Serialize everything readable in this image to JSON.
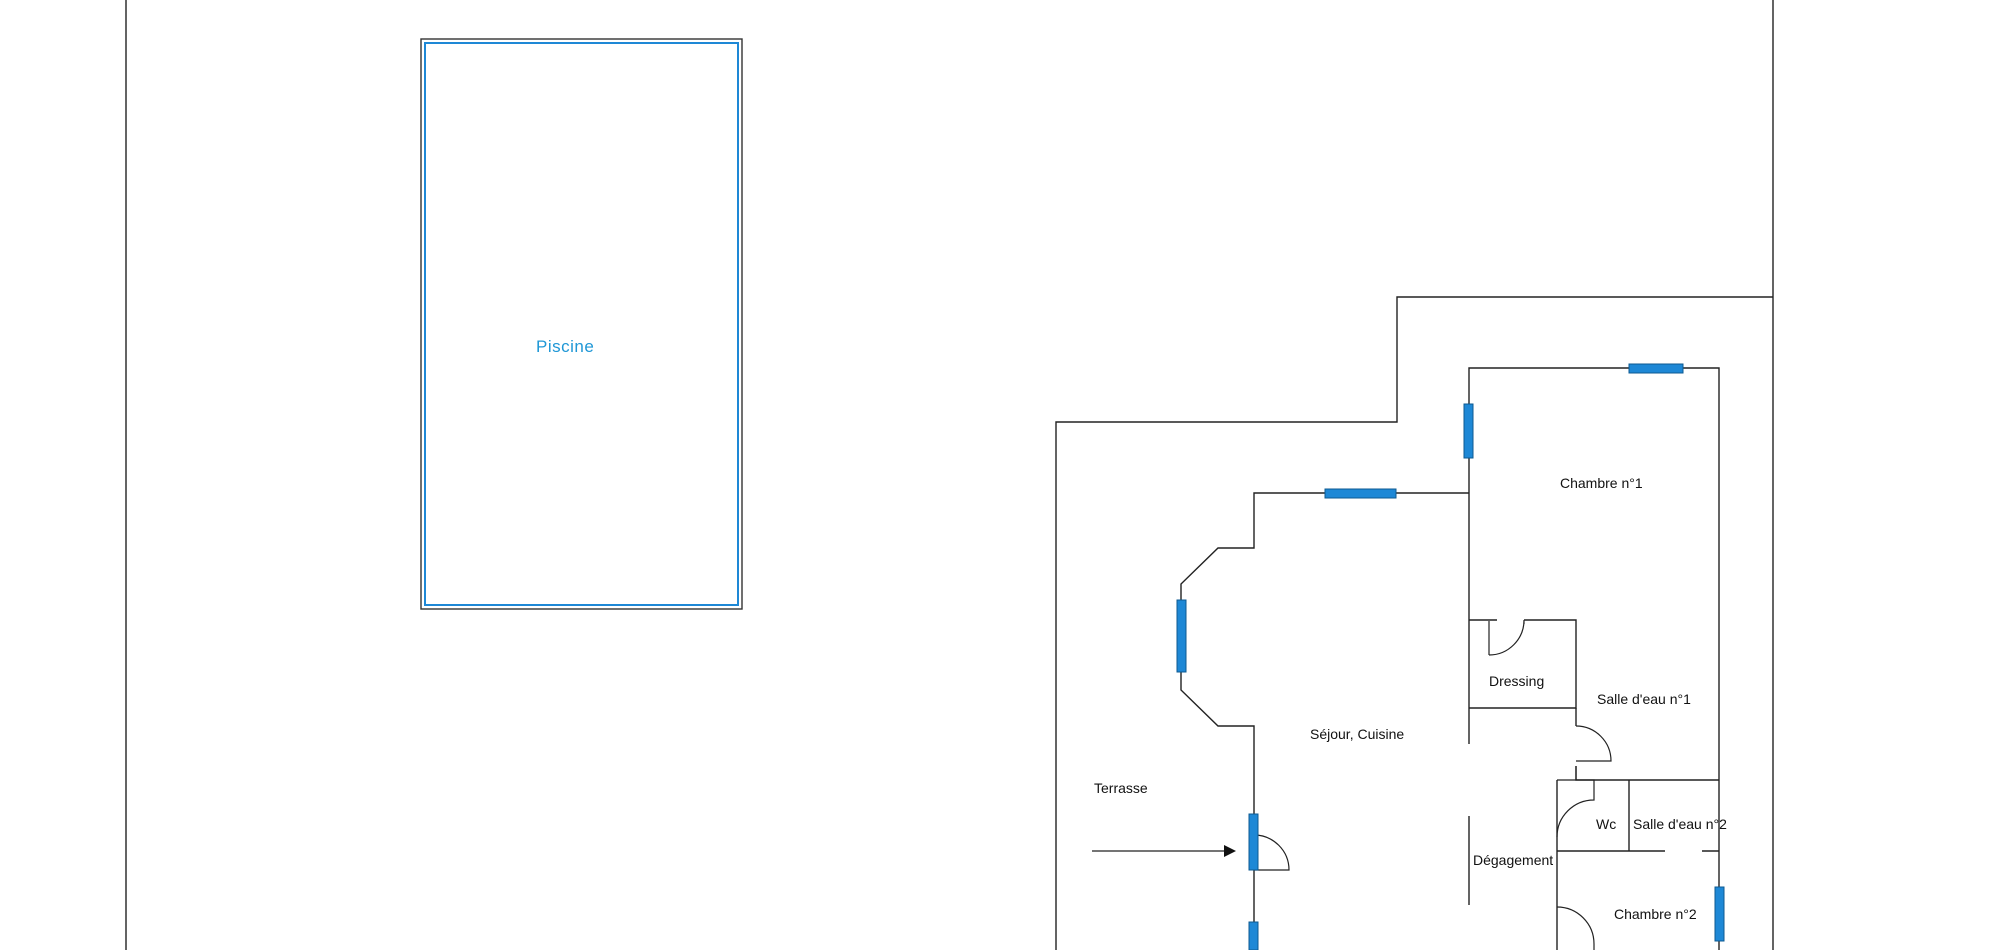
{
  "colors": {
    "wall": "#222222",
    "window": "#1e88d6",
    "pool_label": "#1f97d6"
  },
  "labels": {
    "piscine": "Piscine",
    "chambre1": "Chambre n°1",
    "dressing": "Dressing",
    "salle_eau1": "Salle d'eau n°1",
    "sejour": "Séjour, Cuisine",
    "terrasse": "Terrasse",
    "wc": "Wc",
    "salle_eau2": "Salle d'eau n°2",
    "degagement": "Dégagement",
    "chambre2": "Chambre n°2"
  }
}
